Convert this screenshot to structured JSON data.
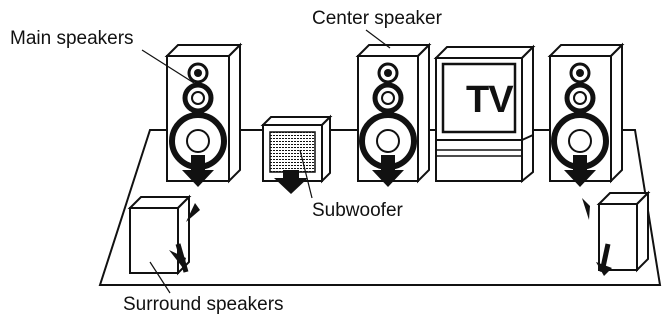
{
  "labels": {
    "main_speakers": "Main speakers",
    "center_speaker": "Center speaker",
    "subwoofer": "Subwoofer",
    "surround_speakers": "Surround speakers"
  },
  "tv": {
    "screen_text": "TV"
  },
  "colors": {
    "ink": "#111111",
    "paper": "#ffffff",
    "shade": "#bdbdbd"
  }
}
